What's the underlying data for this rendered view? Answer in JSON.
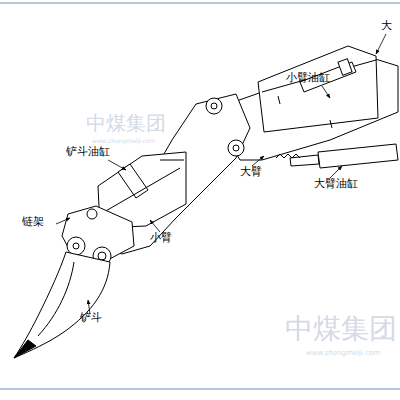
{
  "diagram": {
    "labels": [
      "大",
      "小臂油缸",
      "铲斗油缸",
      "大臂",
      "大臂油缸",
      "中煤集团",
      "www.zhongmeiji.com",
      "链架",
      "小臂",
      "铲斗",
      "中煤集团",
      "www.zhongmeiji.com"
    ]
  }
}
